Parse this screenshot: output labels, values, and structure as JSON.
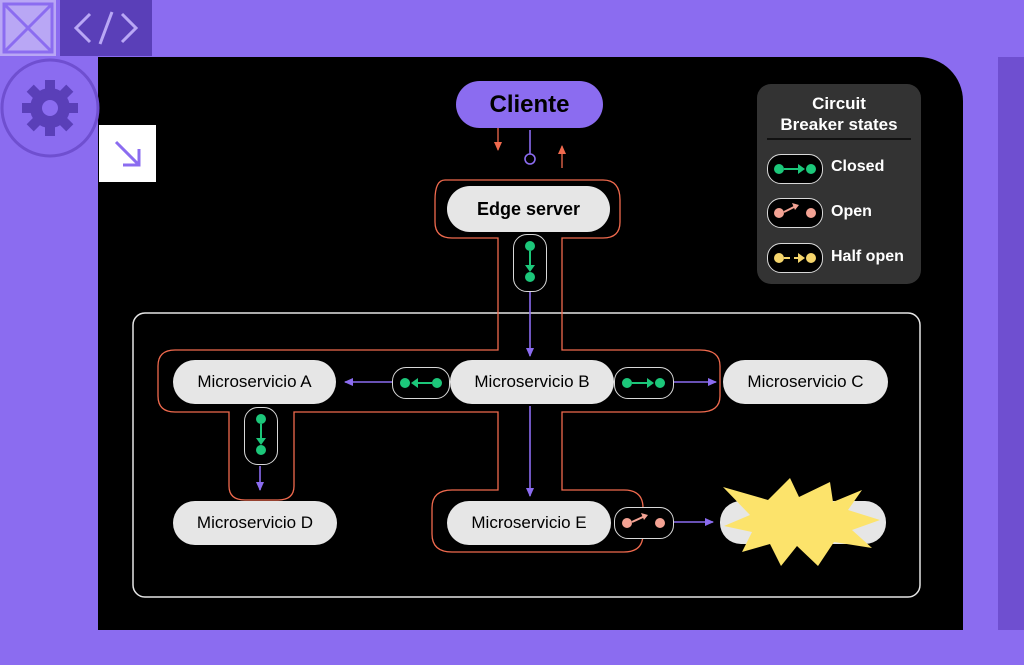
{
  "colors": {
    "background": "#8b6cf0",
    "panel": "#000000",
    "accent_purple": "#8b6cf0",
    "closed": "#1cc77a",
    "open": "#f4a394",
    "half_open": "#f5d56c",
    "outline": "#f06a4e",
    "explosion": "#fce36b"
  },
  "toolbar": {
    "placeholder_icon": "image-placeholder-icon",
    "code_icon": "code-icon",
    "settings_icon": "gear-icon",
    "resize_icon": "arrow-down-right-icon"
  },
  "diagram": {
    "client": "Cliente",
    "edge_server": "Edge server",
    "services": {
      "a": "Microservicio A",
      "b": "Microservicio B",
      "c": "Microservicio C",
      "d": "Microservicio D",
      "e": "Microservicio E"
    },
    "failed_node_icon": "explosion-icon"
  },
  "legend": {
    "title_line1": "Circuit",
    "title_line2": "Breaker states",
    "items": [
      {
        "label": "Closed",
        "state": "closed"
      },
      {
        "label": "Open",
        "state": "open"
      },
      {
        "label": "Half open",
        "state": "half_open"
      }
    ]
  }
}
